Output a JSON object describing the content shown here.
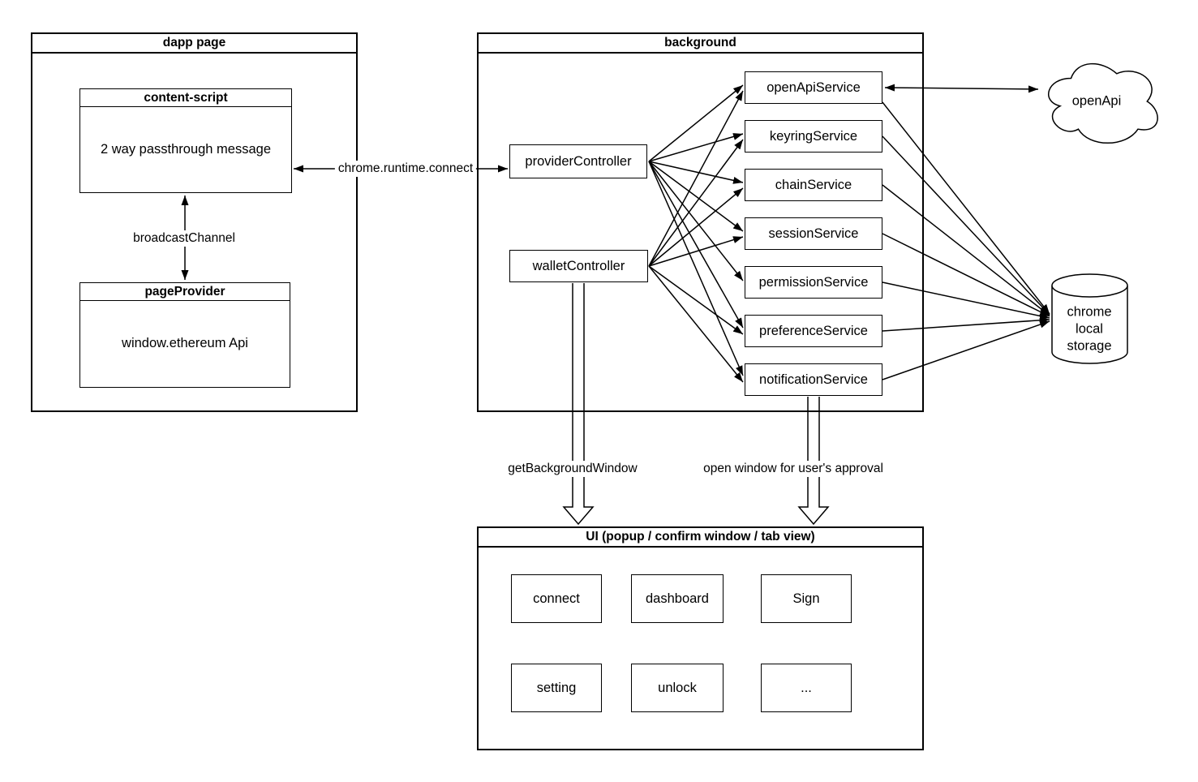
{
  "diagram": {
    "colors": {
      "line": "#000000",
      "fill": "#ffffff",
      "text": "#000000"
    },
    "frames": {
      "dapp_page": {
        "title": "dapp page"
      },
      "background": {
        "title": "background"
      },
      "ui": {
        "title": "UI (popup / confirm window / tab view)"
      }
    },
    "nodes": {
      "content_script": {
        "title": "content-script",
        "body": "2 way passthrough message"
      },
      "page_provider": {
        "title": "pageProvider",
        "body": "window.ethereum Api"
      },
      "provider_controller": "providerController",
      "wallet_controller": "walletController",
      "services": [
        "openApiService",
        "keyringService",
        "chainService",
        "sessionService",
        "permissionService",
        "preferenceService",
        "notificationService"
      ],
      "open_api_cloud": "openApi",
      "chrome_local_storage": "chrome\nlocal\nstorage"
    },
    "ui_buttons": [
      "connect",
      "dashboard",
      "Sign",
      "setting",
      "unlock",
      "..."
    ],
    "edge_labels": {
      "chrome_runtime_connect": "chrome.runtime.connect",
      "broadcast_channel": "broadcastChannel",
      "get_background_window": "getBackgroundWindow",
      "open_window_approval": "open window for user's approval"
    },
    "edges": [
      {
        "from": "content-script",
        "to": "providerController",
        "label": "chrome.runtime.connect",
        "style": "double-headed"
      },
      {
        "from": "content-script",
        "to": "pageProvider",
        "label": "broadcastChannel",
        "style": "double-headed"
      },
      {
        "from": "providerController",
        "to": "openApiService"
      },
      {
        "from": "providerController",
        "to": "keyringService"
      },
      {
        "from": "providerController",
        "to": "chainService"
      },
      {
        "from": "providerController",
        "to": "sessionService"
      },
      {
        "from": "providerController",
        "to": "permissionService"
      },
      {
        "from": "providerController",
        "to": "preferenceService"
      },
      {
        "from": "providerController",
        "to": "notificationService"
      },
      {
        "from": "walletController",
        "to": "openApiService"
      },
      {
        "from": "walletController",
        "to": "keyringService"
      },
      {
        "from": "walletController",
        "to": "chainService"
      },
      {
        "from": "walletController",
        "to": "sessionService"
      },
      {
        "from": "walletController",
        "to": "preferenceService"
      },
      {
        "from": "walletController",
        "to": "notificationService"
      },
      {
        "from": "openApiService",
        "to": "openApi",
        "style": "double-headed"
      },
      {
        "from": "openApiService",
        "to": "chrome local storage"
      },
      {
        "from": "keyringService",
        "to": "chrome local storage"
      },
      {
        "from": "chainService",
        "to": "chrome local storage"
      },
      {
        "from": "sessionService",
        "to": "chrome local storage"
      },
      {
        "from": "permissionService",
        "to": "chrome local storage"
      },
      {
        "from": "preferenceService",
        "to": "chrome local storage"
      },
      {
        "from": "notificationService",
        "to": "chrome local storage"
      },
      {
        "from": "walletController",
        "to": "UI",
        "label": "getBackgroundWindow",
        "style": "block-arrow"
      },
      {
        "from": "notificationService",
        "to": "UI",
        "label": "open window for user's approval",
        "style": "block-arrow"
      }
    ]
  }
}
